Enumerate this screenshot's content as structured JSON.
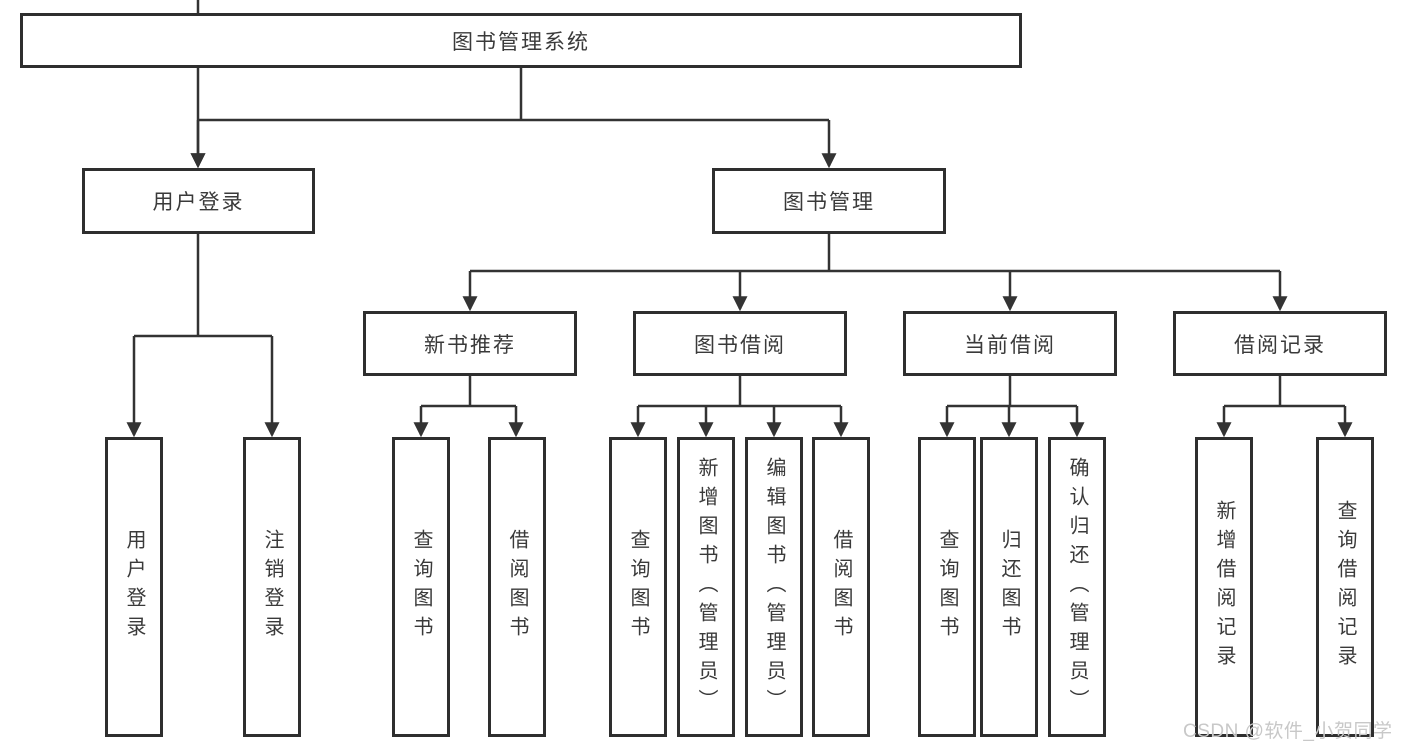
{
  "diagram": {
    "root": {
      "label": "图书管理系统"
    },
    "branches": [
      {
        "label": "用户登录",
        "children": [
          {
            "label": "用户登录"
          },
          {
            "label": "注销登录"
          }
        ]
      },
      {
        "label": "图书管理",
        "groups": [
          {
            "label": "新书推荐",
            "children": [
              {
                "label": "查询图书"
              },
              {
                "label": "借阅图书"
              }
            ]
          },
          {
            "label": "图书借阅",
            "children": [
              {
                "label": "查询图书"
              },
              {
                "label": "新增图书（管理员）"
              },
              {
                "label": "编辑图书（管理员）"
              },
              {
                "label": "借阅图书"
              }
            ]
          },
          {
            "label": "当前借阅",
            "children": [
              {
                "label": "查询图书"
              },
              {
                "label": "归还图书"
              },
              {
                "label": "确认归还（管理员）"
              }
            ]
          },
          {
            "label": "借阅记录",
            "children": [
              {
                "label": "新增借阅记录"
              },
              {
                "label": "查询借阅记录"
              }
            ]
          }
        ]
      }
    ]
  },
  "watermark": "CSDN @软件_小贺同学",
  "colors": {
    "line": "#333333",
    "box_border": "#2e2e2e",
    "text": "#3a3a3a",
    "background": "#ffffff",
    "watermark": "#c8c8c8"
  }
}
